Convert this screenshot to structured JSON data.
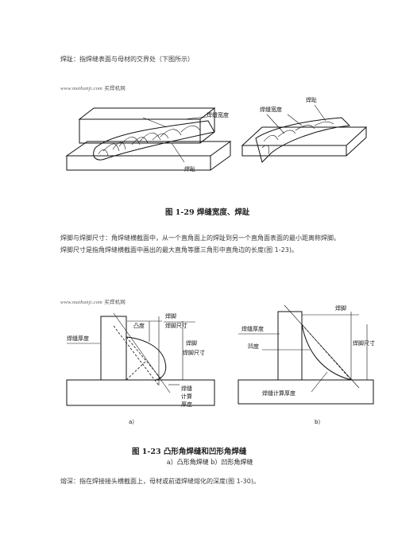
{
  "para1": "焊趾：指焊缝表面与母材的交界处（下图所示）",
  "watermark": {
    "domain": "www.maihanji.com",
    "name": "买焊机网"
  },
  "fig129": {
    "labels": {
      "width_left": "焊缝宽度",
      "toe_left": "焊趾",
      "width_right": "焊缝宽度",
      "toe_right": "焊趾"
    },
    "caption": "图 1-29   焊缝宽度、焊趾"
  },
  "para2": "焊脚与焊脚尺寸：角焊缝横截面中，从一个直角面上的焊趾到另一个直角面表面的最小距离称焊脚。焊脚尺寸是指角焊缝横截面中画出的最大直角等腰三角形中直角边的长度(图 1-23)。",
  "fig123": {
    "a": {
      "convexity": "凸度",
      "leg1": "焊脚",
      "legsize1": "焊脚尺寸",
      "thickness": "焊缝厚度",
      "leg2": "焊脚",
      "legsize2": "焊脚尺寸",
      "calc": "焊缝计算厚度",
      "tag": "a）"
    },
    "b": {
      "leg_top": "焊脚",
      "thickness": "焊缝厚度",
      "concavity": "凹度",
      "legsize": "焊脚尺寸",
      "calc": "焊缝计算厚度",
      "tag": "b）"
    },
    "caption": "图 1-23   凸形角焊缝和凹形角焊缝",
    "subcaption": "a）凸形角焊缝   b）凹形角焊缝"
  },
  "para3": "熔深：指在焊接接头横截面上，母材或前道焊缝熔化的深度(图 1-30)。"
}
